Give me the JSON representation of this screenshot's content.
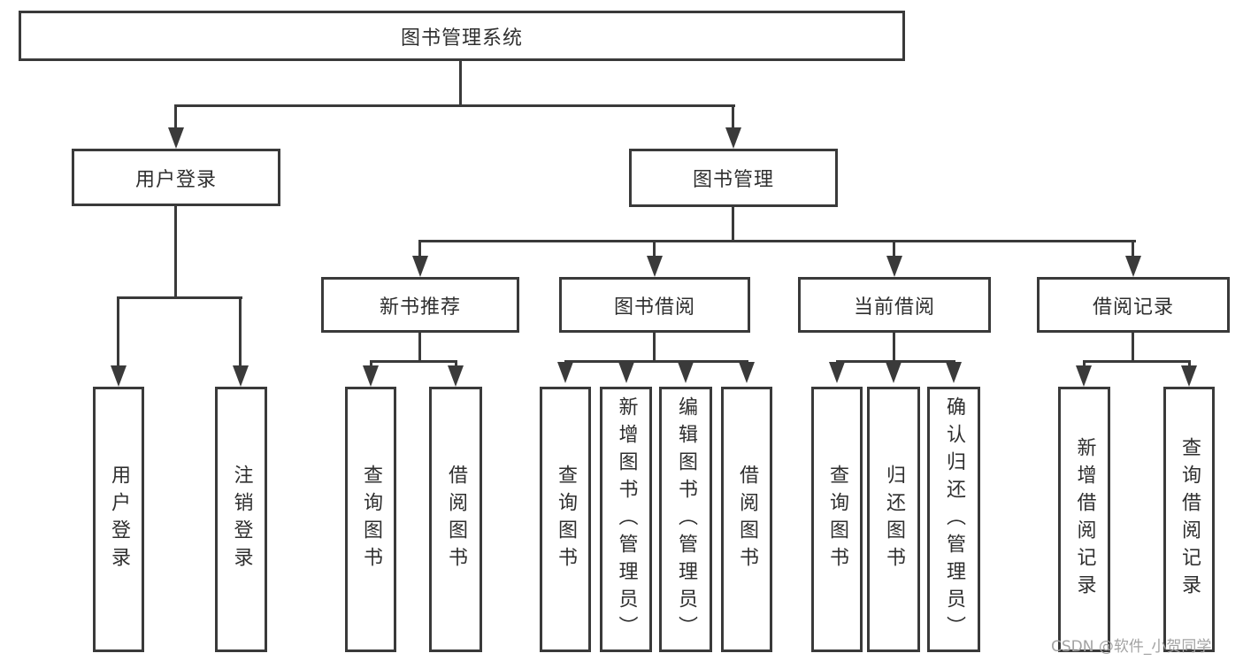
{
  "colors": {
    "line": "#3a3a3a",
    "text": "#2f2f2f",
    "watermark": "#a3a3a3",
    "background": "#ffffff"
  },
  "watermark": {
    "text": "CSDN @软件_小贺同学"
  },
  "tree": {
    "root": {
      "label": "图书管理系统",
      "children": [
        {
          "label": "用户登录",
          "children": [
            {
              "label": "用户登录"
            },
            {
              "label": "注销登录"
            }
          ]
        },
        {
          "label": "图书管理",
          "children": [
            {
              "label": "新书推荐",
              "children": [
                {
                  "label": "查询图书"
                },
                {
                  "label": "借阅图书"
                }
              ]
            },
            {
              "label": "图书借阅",
              "children": [
                {
                  "label": "查询图书"
                },
                {
                  "label": "新增图书（管理员）"
                },
                {
                  "label": "编辑图书（管理员）"
                },
                {
                  "label": "借阅图书"
                }
              ]
            },
            {
              "label": "当前借阅",
              "children": [
                {
                  "label": "查询图书"
                },
                {
                  "label": "归还图书"
                },
                {
                  "label": "确认归还（管理员）"
                }
              ]
            },
            {
              "label": "借阅记录",
              "children": [
                {
                  "label": "新增借阅记录"
                },
                {
                  "label": "查询借阅记录"
                }
              ]
            }
          ]
        }
      ]
    }
  }
}
